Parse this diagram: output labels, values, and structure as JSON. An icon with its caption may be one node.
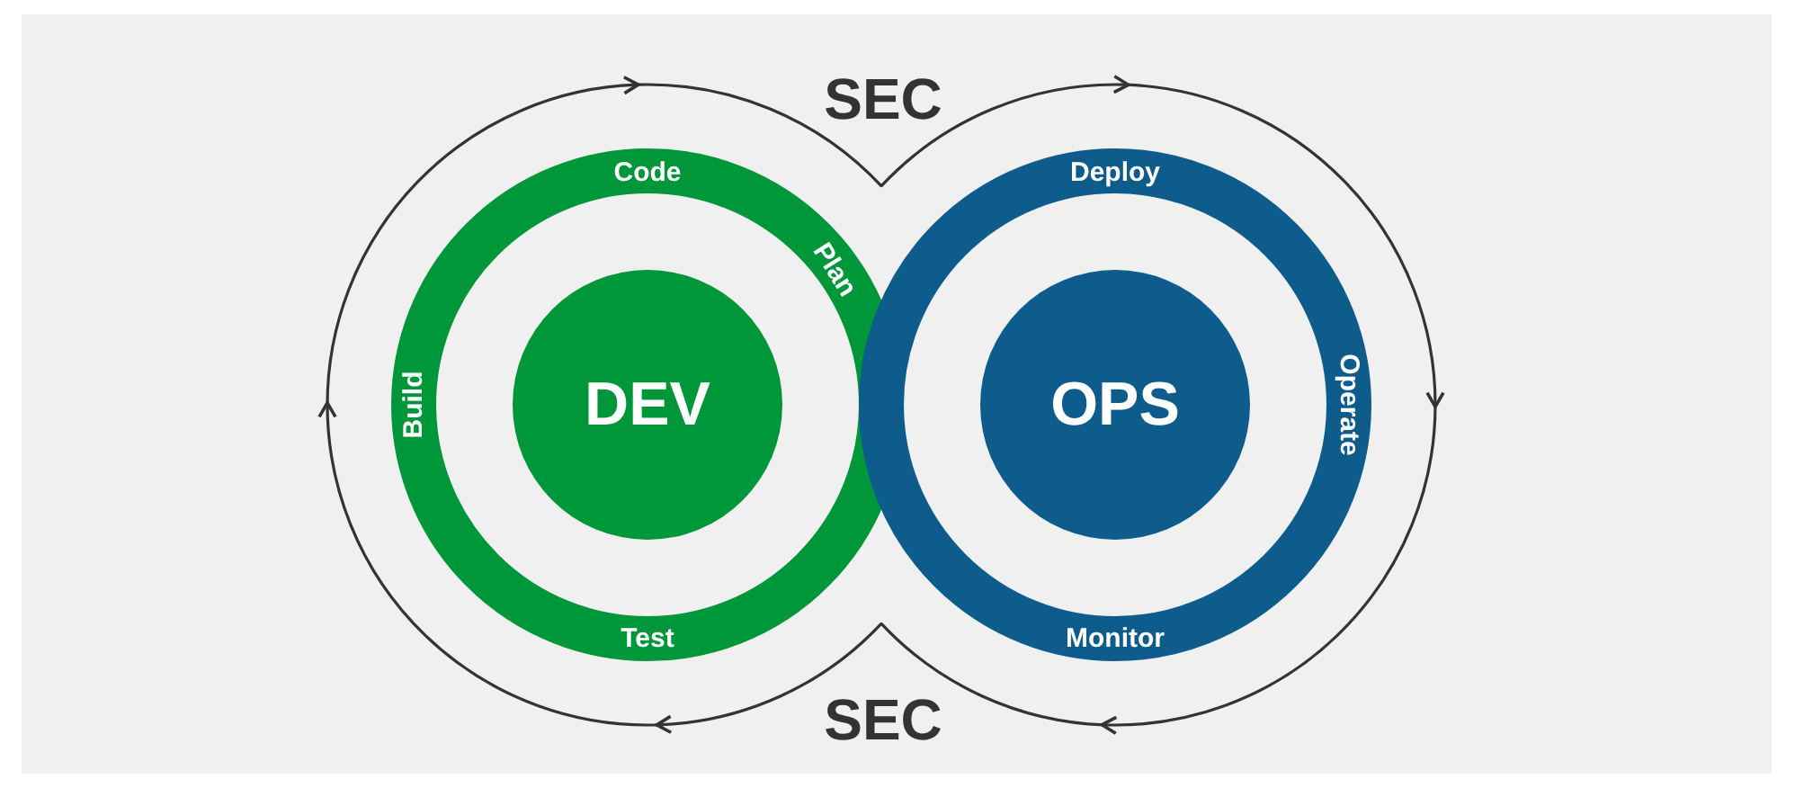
{
  "diagram": {
    "nodes": [
      {
        "text": [
          "Code"
        ]
      },
      {
        "text": [
          "Plan"
        ]
      },
      {
        "text": [
          "Build"
        ]
      },
      {
        "text": [
          "DEV"
        ]
      },
      {
        "text": [
          "Test"
        ]
      },
      {
        "text": [
          "Deploy"
        ]
      },
      {
        "text": [
          "OPS"
        ]
      },
      {
        "text": [
          "Operate"
        ]
      },
      {
        "text": [
          "Monitor"
        ]
      }
    ],
    "labels": [
      "SEC",
      "SEC"
    ]
  }
}
